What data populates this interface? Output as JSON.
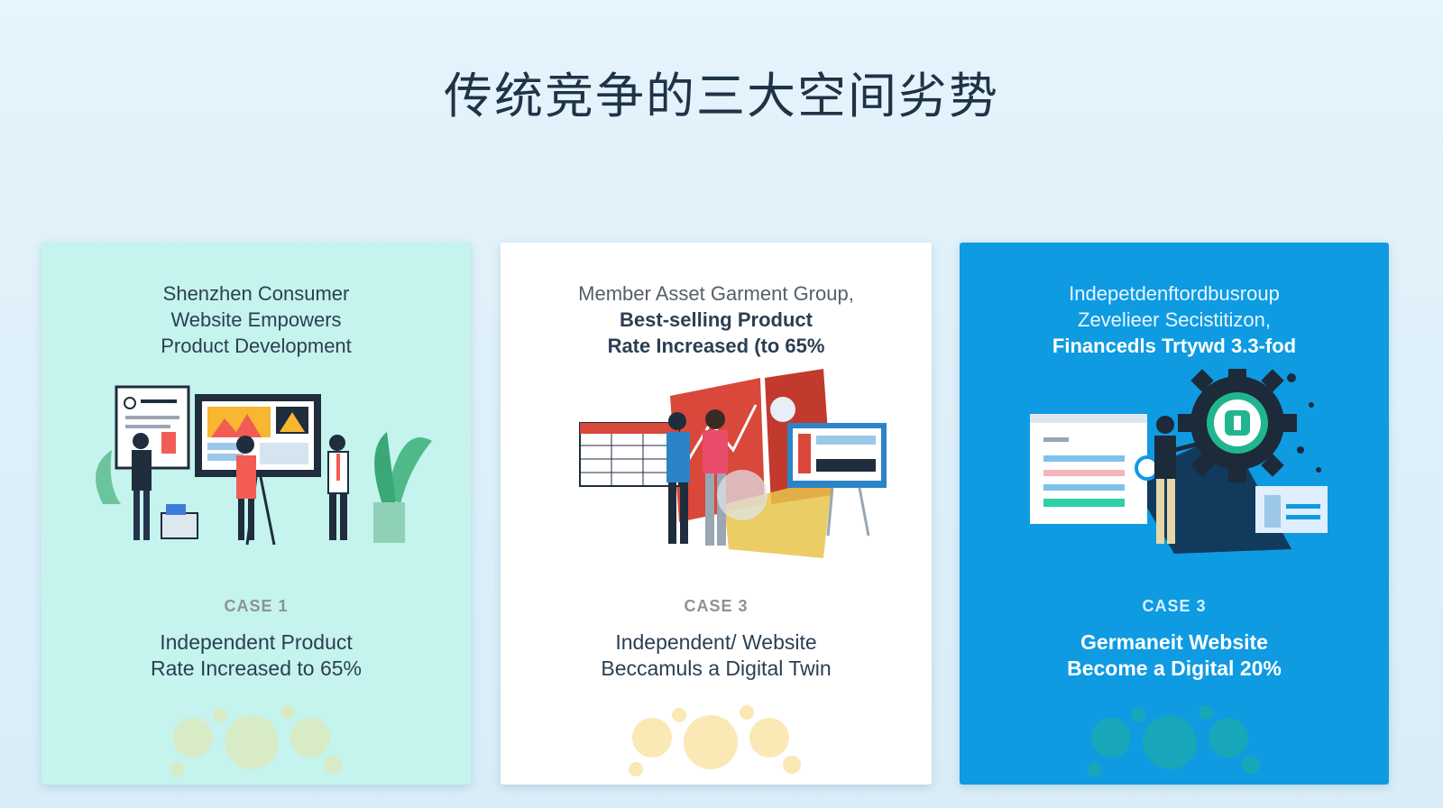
{
  "page": {
    "title": "传统竞争的三大空间劣势"
  },
  "cards": [
    {
      "heading": [
        "Shenzhen Consumer",
        "Website Empowers",
        "Product Development"
      ],
      "case_label": "CASE 1",
      "caption": [
        "Independent Product",
        "Rate Increased to 65%"
      ],
      "background": "#c5f3ee",
      "illustration": "team-analytics-illustration"
    },
    {
      "heading": [
        "Member Asset Garment Group,",
        "Best-selling Product",
        "Rate Increased (to 65%"
      ],
      "case_label": "CASE 3",
      "caption": [
        "Independent/ Website",
        "Beccamuls a Digital Twin"
      ],
      "background": "#ffffff",
      "illustration": "business-presentation-illustration"
    },
    {
      "heading": [
        "Indepetdenftordbusroup",
        "Zevelieer Secistitizon,",
        "Financedls Trtywd 3.3-fod"
      ],
      "case_label": "CASE 3",
      "caption": [
        "Germaneit Website",
        "Become a Digital 20%"
      ],
      "background": "#0e9be2",
      "illustration": "gear-dashboard-illustration"
    }
  ],
  "colors": {
    "title": "#1f3347",
    "card_text": "#2b3f52",
    "accent_blue": "#0e9be2",
    "mint": "#c5f3ee"
  }
}
